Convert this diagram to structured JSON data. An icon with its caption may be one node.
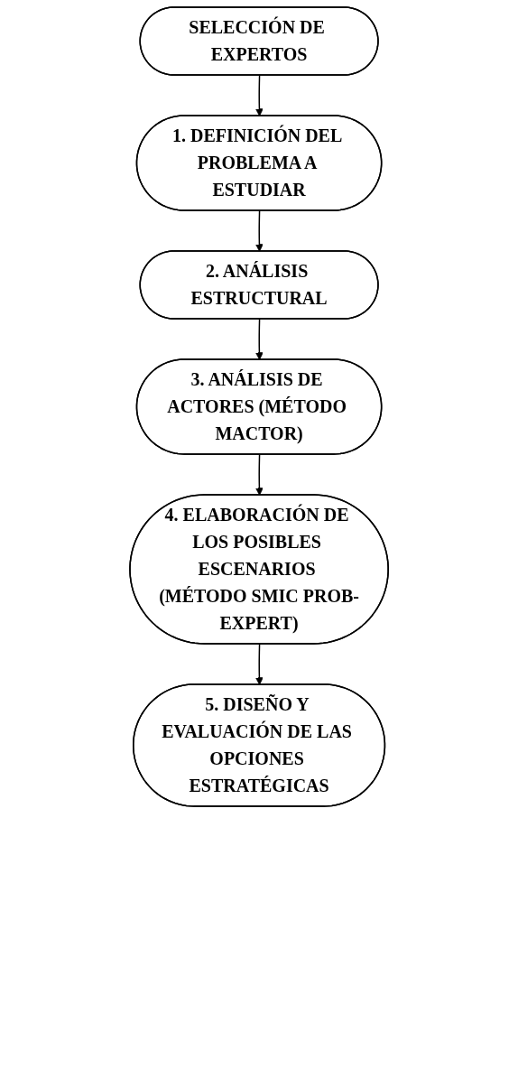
{
  "diagram": {
    "nodes": [
      {
        "text": [
          "SELECCIÓN DE EXPERTOS"
        ]
      },
      {
        "text": [
          "1. DEFINICIÓN DEL PROBLEMA A ESTUDIAR"
        ]
      },
      {
        "text": [
          "2. ANÁLISIS ESTRUCTURAL"
        ]
      },
      {
        "text": [
          "3. ANÁLISIS DE ACTORES (MÉTODO MACTOR)"
        ]
      },
      {
        "text": [
          "4. ELABORACIÓN DE LOS POSIBLES ESCENARIOS (MÉTODO SMIC PROB-EXPERT)"
        ]
      },
      {
        "text": [
          "5. DISEÑO Y EVALUACIÓN DE LAS OPCIONES ESTRATÉGICAS"
        ]
      }
    ],
    "edges": [
      {
        "from": 0,
        "to": 1,
        "arrow": "to"
      },
      {
        "from": 1,
        "to": 2,
        "arrow": "to"
      },
      {
        "from": 2,
        "to": 3,
        "arrow": "to"
      },
      {
        "from": 3,
        "to": 4,
        "arrow": "to"
      },
      {
        "from": 4,
        "to": 5,
        "arrow": "to"
      }
    ]
  }
}
